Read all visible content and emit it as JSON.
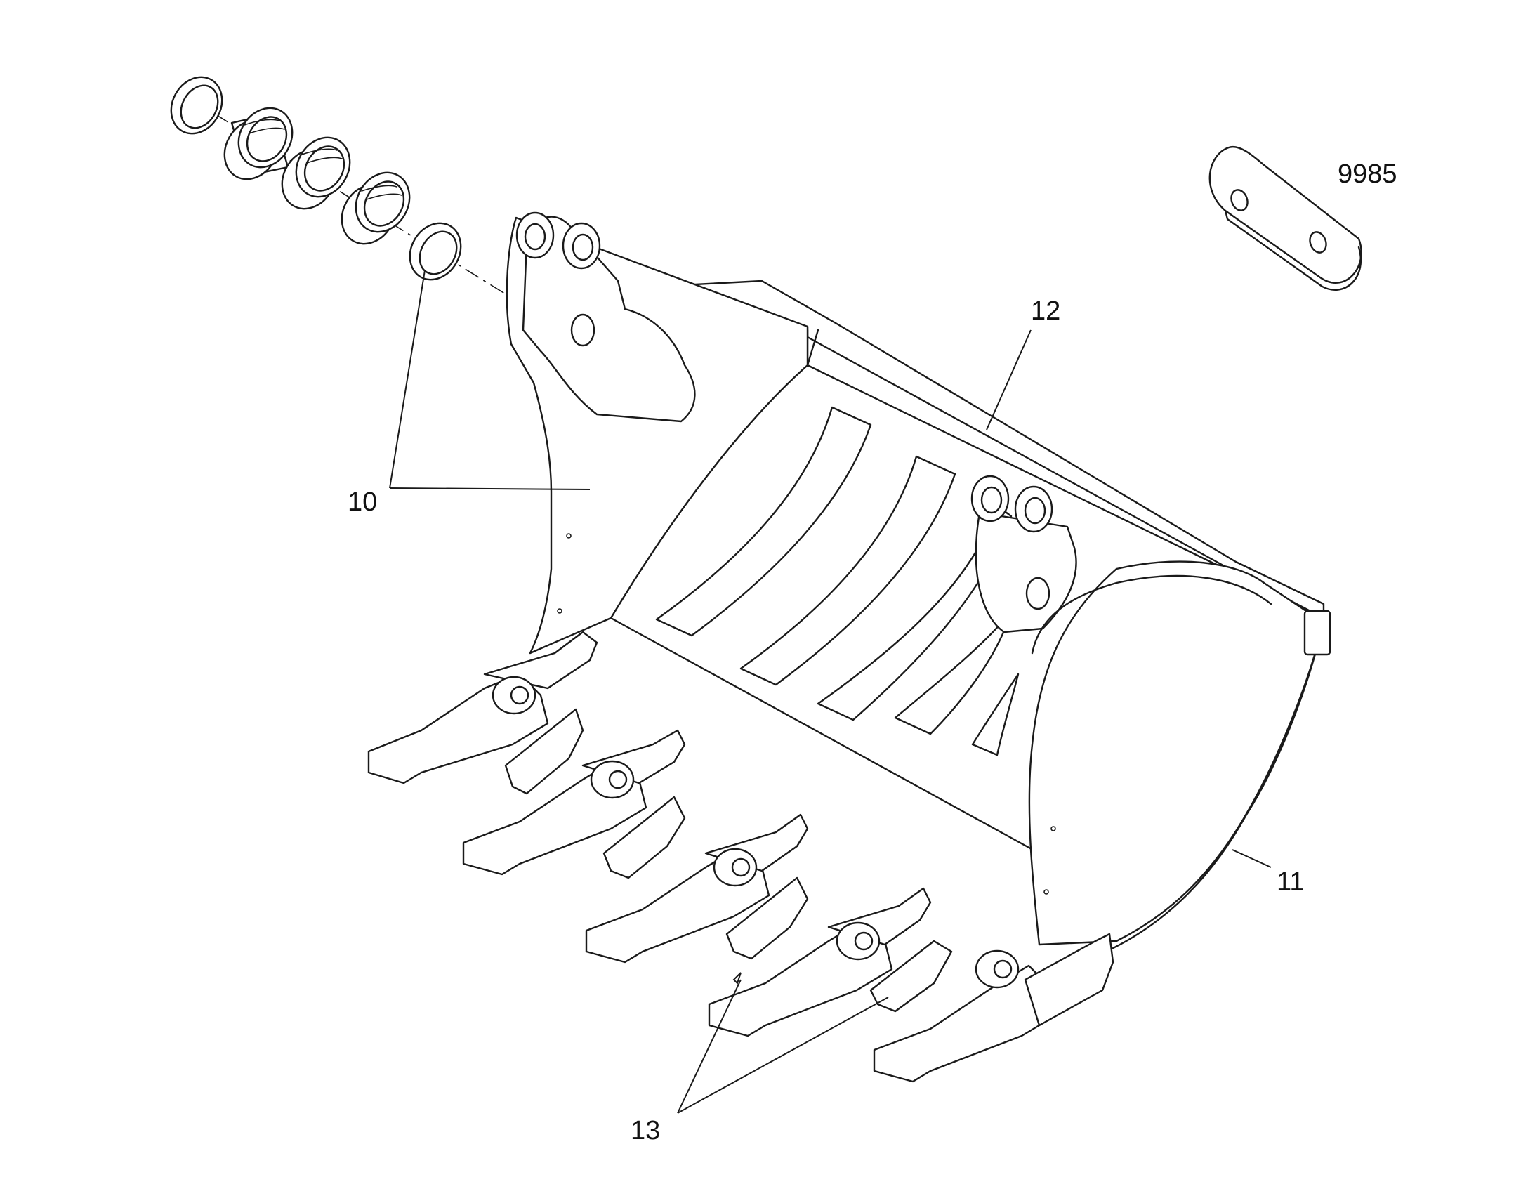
{
  "callouts": {
    "c10": "10",
    "c11": "11",
    "c12": "12",
    "c13": "13",
    "c9985": "9985"
  },
  "parts": [
    {
      "ref": "10",
      "name-key": "pin-bushing-set"
    },
    {
      "ref": "11",
      "name-key": "bucket-side-cutter"
    },
    {
      "ref": "12",
      "name-key": "bucket-body"
    },
    {
      "ref": "13",
      "name-key": "bucket-teeth"
    },
    {
      "ref": "9985",
      "name-key": "shim-plate"
    }
  ],
  "icons": {
    "bucket": "excavator-bucket-icon",
    "rings": "bushing-ring-icon",
    "plate": "shim-plate-icon",
    "tooth": "bucket-tooth-icon"
  }
}
